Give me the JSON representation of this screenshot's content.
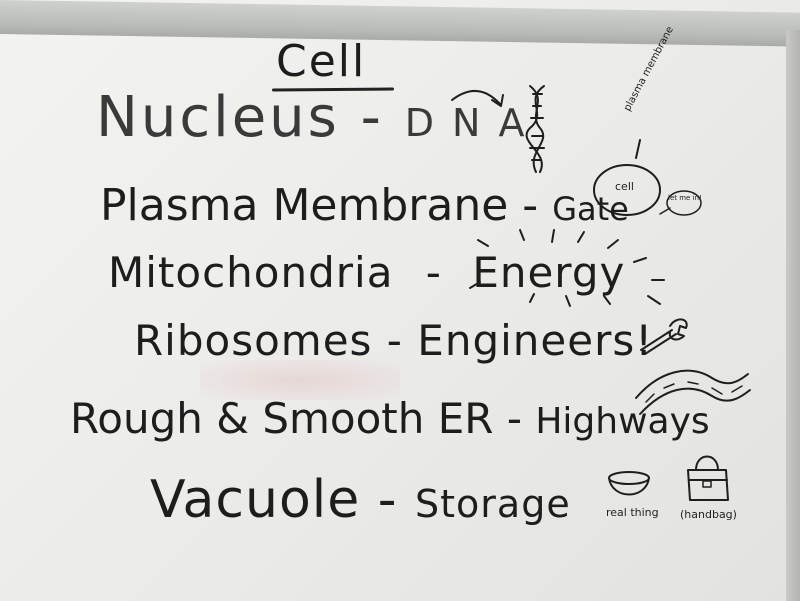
{
  "board": {
    "title": "Cell",
    "rows": [
      {
        "term": "Nucleus",
        "sep": "-",
        "meaning": "D N A"
      },
      {
        "term": "Plasma Membrane",
        "sep": "-",
        "meaning": "Gate"
      },
      {
        "term": "Mitochondria",
        "sep": "-",
        "meaning": "Energy"
      },
      {
        "term": "Ribosomes",
        "sep": "-",
        "meaning": "Engineers!"
      },
      {
        "term": "Rough & Smooth ER",
        "sep": "-",
        "meaning": "Highways"
      },
      {
        "term": "Vacuole",
        "sep": "-",
        "meaning": "Storage"
      }
    ],
    "doodles": {
      "membrane_note": "plasma membrane",
      "cell_label": "cell",
      "speech_bubble": "let me in!",
      "bowl_caption": "real thing",
      "bag_caption": "(handbag)"
    }
  },
  "colors": {
    "ink": "#1d1d1d",
    "board": "#efefec",
    "frame": "#b9bbb9"
  }
}
